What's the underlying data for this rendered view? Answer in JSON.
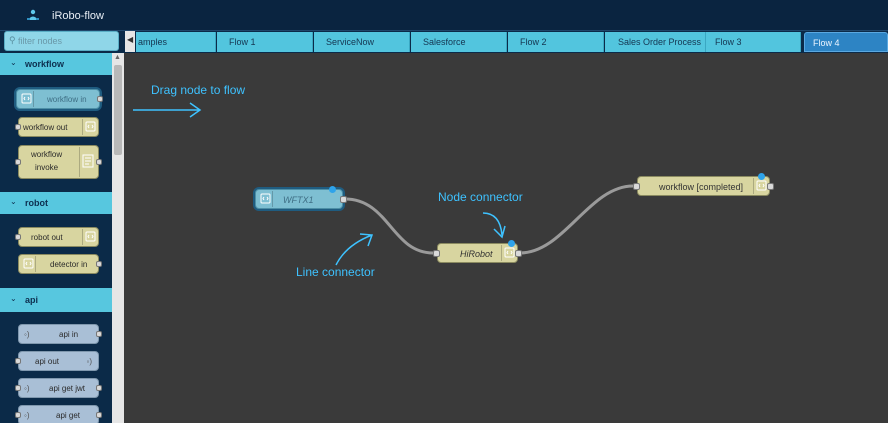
{
  "app": {
    "title": "iRobo-flow"
  },
  "palette": {
    "filter_placeholder": "filter nodes",
    "categories": [
      {
        "label": "workflow",
        "nodes": [
          "workflow in",
          "workflow out",
          "workflow",
          "invoke"
        ]
      },
      {
        "label": "robot",
        "nodes": [
          "robot out",
          "detector in"
        ]
      },
      {
        "label": "api",
        "nodes": [
          "api in",
          "api out",
          "api get jwt",
          "api get"
        ]
      }
    ]
  },
  "tabs": [
    "amples",
    "Flow 1",
    "ServiceNow",
    "Salesforce",
    "Flow 2",
    "Sales Order Process",
    "Flow 3",
    "Flow 4"
  ],
  "flow": {
    "nodes": {
      "wftx1": "WFTX1",
      "hirobot": "HiRobot",
      "completed": "workflow [completed]"
    },
    "annotations": {
      "drag": "Drag node to flow",
      "node_connector": "Node connector",
      "line_connector": "Line connector"
    }
  },
  "colors": {
    "header_bg": "#0a2440",
    "palette_bg": "#0b2a48",
    "category_bg": "#57c7df",
    "tab_bg": "#52c5de",
    "tab_active_bg": "#2d84c4",
    "canvas_bg": "#3a3a3a",
    "node_bg": "#d8d5a0",
    "workflow_in_bg": "#7ebfd2",
    "api_node_bg": "#a9bfd6",
    "annotation": "#3ec2ff",
    "wire": "#9a9a9a",
    "changed_dot": "#2ea3ea"
  }
}
